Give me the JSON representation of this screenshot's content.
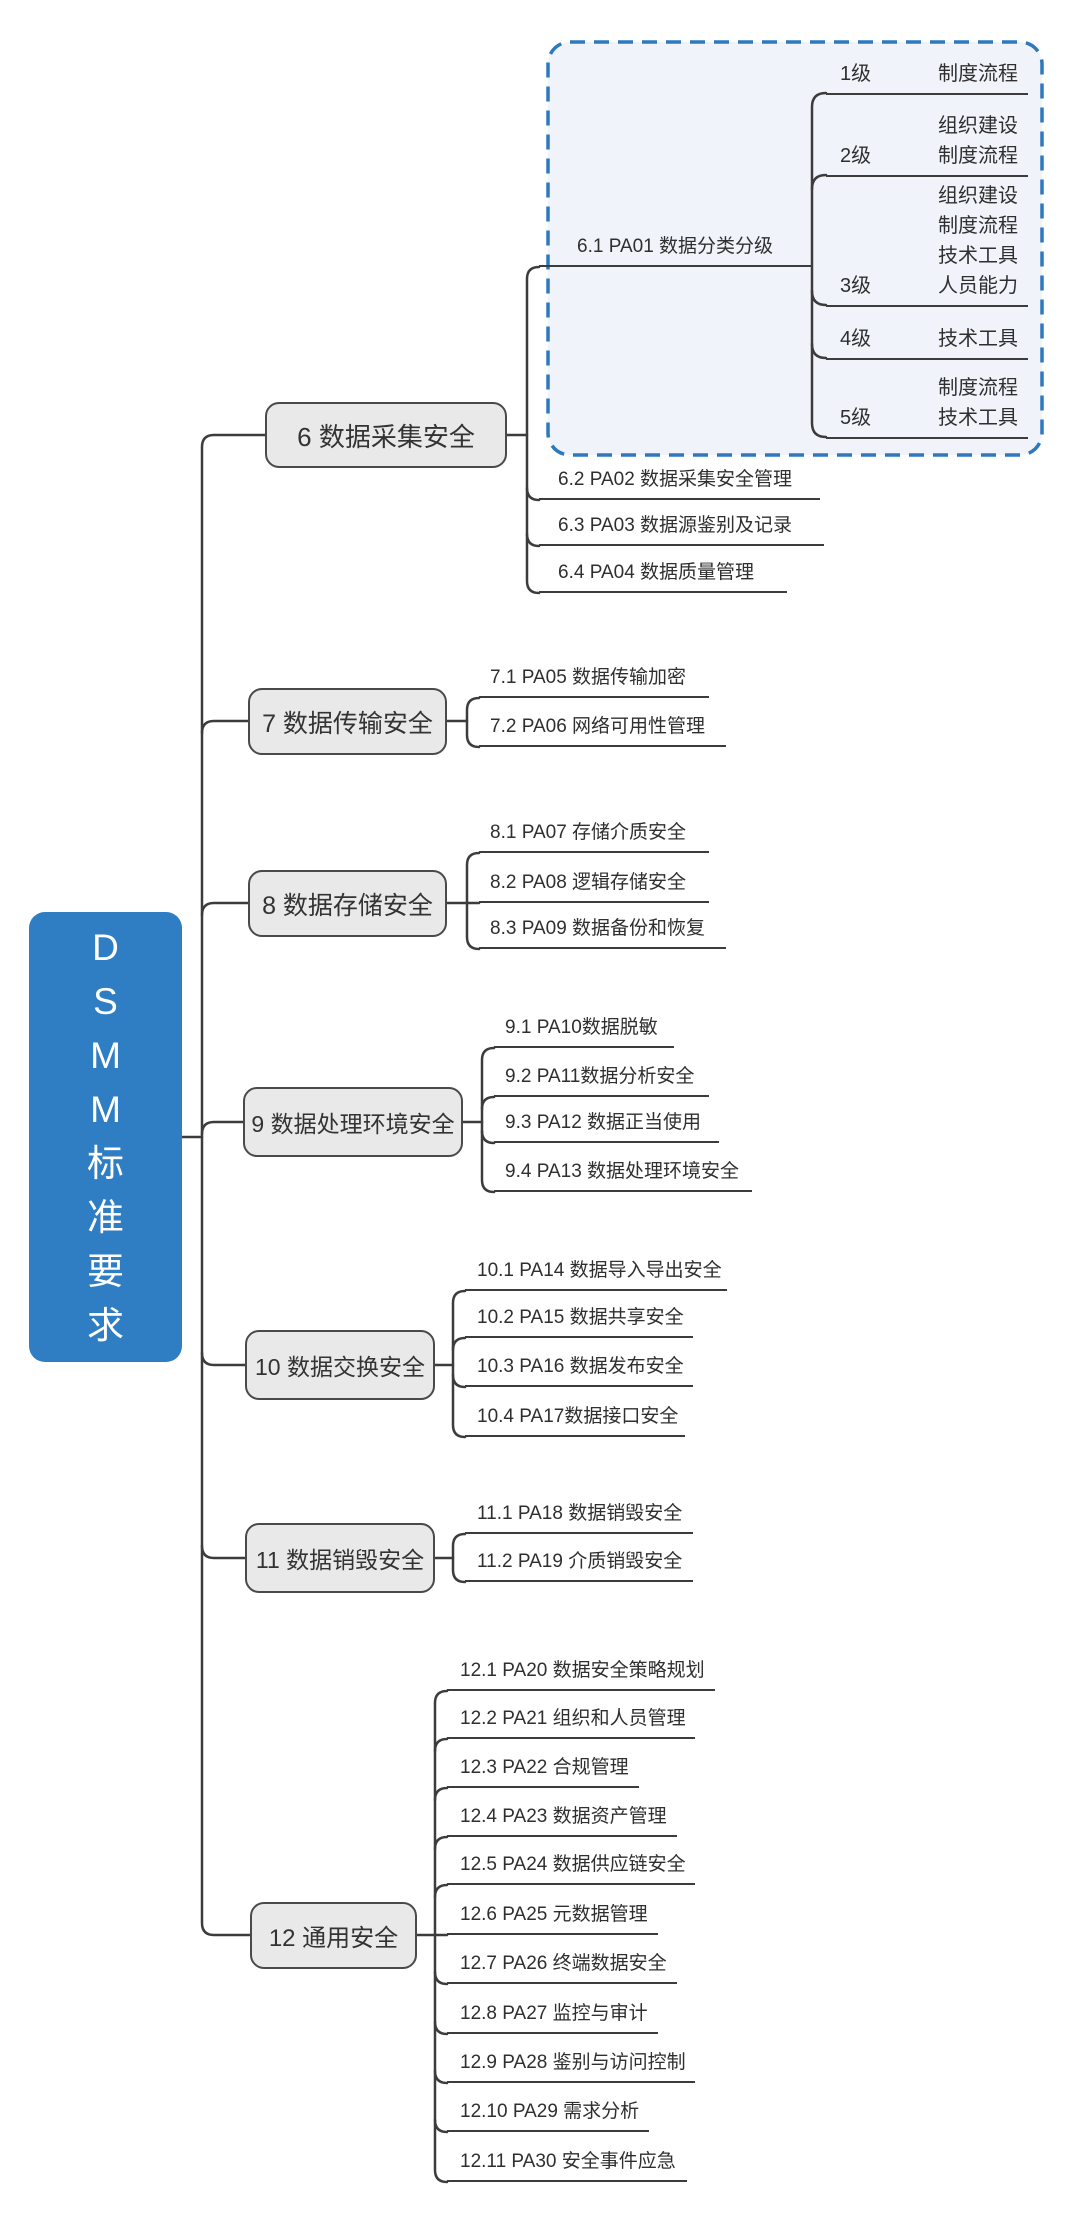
{
  "root": {
    "label": "DSMM标准要求",
    "chars": [
      "D",
      "S",
      "M",
      "M",
      "标",
      "准",
      "要",
      "求"
    ]
  },
  "branches": [
    {
      "label": "6 数据采集安全",
      "children": [
        {
          "label": "6.1 PA01 数据分类分级",
          "selected": true,
          "levels": [
            {
              "label": "1级",
              "items": [
                "制度流程"
              ]
            },
            {
              "label": "2级",
              "items": [
                "组织建设",
                "制度流程"
              ]
            },
            {
              "label": "3级",
              "items": [
                "组织建设",
                "制度流程",
                "技术工具",
                "人员能力"
              ]
            },
            {
              "label": "4级",
              "items": [
                "技术工具"
              ]
            },
            {
              "label": "5级",
              "items": [
                "制度流程",
                "技术工具"
              ]
            }
          ]
        },
        {
          "label": "6.2 PA02 数据采集安全管理"
        },
        {
          "label": "6.3 PA03 数据源鉴别及记录"
        },
        {
          "label": "6.4 PA04 数据质量管理"
        }
      ]
    },
    {
      "label": "7 数据传输安全",
      "children": [
        {
          "label": "7.1 PA05 数据传输加密"
        },
        {
          "label": "7.2 PA06 网络可用性管理"
        }
      ]
    },
    {
      "label": "8 数据存储安全",
      "children": [
        {
          "label": "8.1 PA07 存储介质安全"
        },
        {
          "label": "8.2 PA08 逻辑存储安全"
        },
        {
          "label": "8.3 PA09 数据备份和恢复"
        }
      ]
    },
    {
      "label": "9 数据处理环境安全",
      "children": [
        {
          "label": "9.1 PA10数据脱敏"
        },
        {
          "label": "9.2 PA11数据分析安全"
        },
        {
          "label": "9.3 PA12 数据正当使用"
        },
        {
          "label": "9.4 PA13 数据处理环境安全"
        }
      ]
    },
    {
      "label": "10 数据交换安全",
      "children": [
        {
          "label": "10.1 PA14 数据导入导出安全"
        },
        {
          "label": "10.2 PA15 数据共享安全"
        },
        {
          "label": "10.3 PA16 数据发布安全"
        },
        {
          "label": "10.4 PA17数据接口安全"
        }
      ]
    },
    {
      "label": "11 数据销毁安全",
      "children": [
        {
          "label": "11.1 PA18 数据销毁安全"
        },
        {
          "label": "11.2 PA19 介质销毁安全"
        }
      ]
    },
    {
      "label": "12 通用安全",
      "children": [
        {
          "label": "12.1 PA20 数据安全策略规划"
        },
        {
          "label": "12.2 PA21 组织和人员管理"
        },
        {
          "label": "12.3 PA22 合规管理"
        },
        {
          "label": "12.4 PA23 数据资产管理"
        },
        {
          "label": "12.5 PA24 数据供应链安全"
        },
        {
          "label": "12.6 PA25 元数据管理"
        },
        {
          "label": "12.7 PA26 终端数据安全"
        },
        {
          "label": "12.8 PA27 监控与审计"
        },
        {
          "label": "12.9 PA28 鉴别与访问控制"
        },
        {
          "label": "12.10 PA29 需求分析"
        },
        {
          "label": "12.11 PA30 安全事件应急"
        }
      ]
    }
  ],
  "colors": {
    "root_fill": "#2F7DC3",
    "root_text": "#FFFFFF",
    "topic_fill": "#E9E9E9",
    "topic_border": "#4A4A4A",
    "line": "#3C3C3C",
    "selection_border": "#2E78BE",
    "selection_fill": "#F0F4FA",
    "background": "#FFFFFF"
  }
}
